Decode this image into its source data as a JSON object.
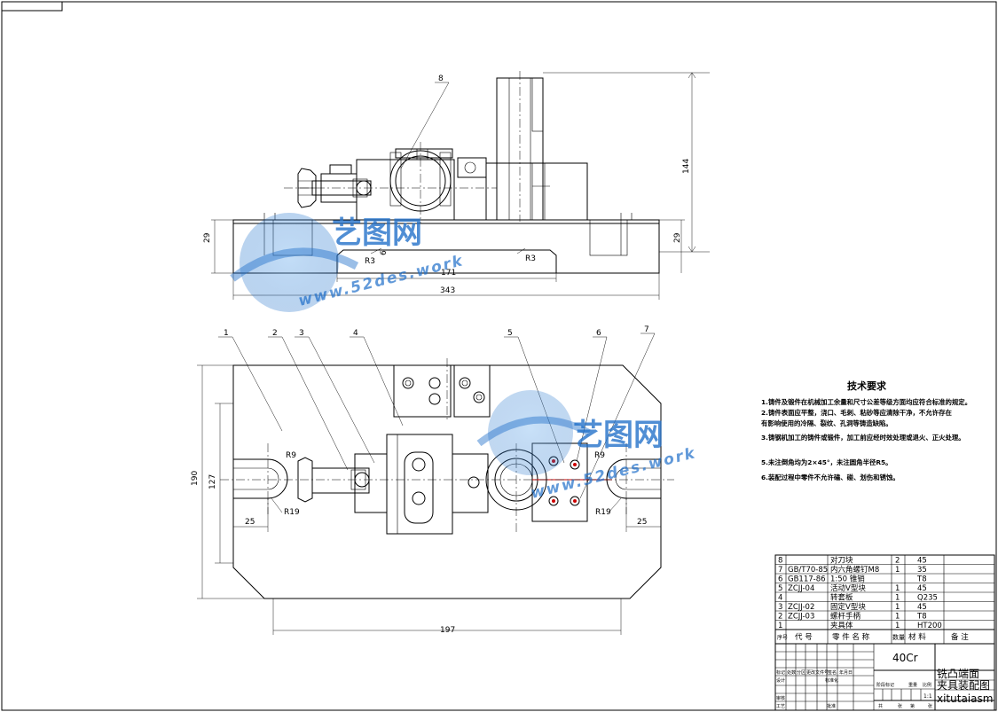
{
  "dimensions": {
    "height_144": "144",
    "height_29_left": "29",
    "height_29_right": "29",
    "depth_6": "6",
    "radius_r3_left": "R3",
    "radius_r3_right": "R3",
    "length_171": "171",
    "length_343": "343",
    "width_190": "190",
    "width_127": "127",
    "slot_25_left": "25",
    "slot_25_right": "25",
    "radius_r9_left": "R9",
    "radius_r9_right": "R9",
    "radius_r19_left": "R19",
    "radius_r19_right": "R19",
    "length_197": "197"
  },
  "balloons": [
    "1",
    "2",
    "3",
    "4",
    "5",
    "6",
    "7",
    "8"
  ],
  "watermark": {
    "brand": "艺图网",
    "url": "www.52des.work"
  },
  "tech_requirements": {
    "title": "技术要求",
    "lines": [
      "1.铸件及锻件在机械加工余量和尺寸公差等级方面均应符合标准的规定。",
      "2.铸件表面应平整，浇口、毛刺、粘砂等应清除干净，不允许存在",
      "有影响使用的冷隔、裂纹、孔洞等铸造缺陷。",
      "3.铸钢机加工的铸件或锻件，加工前应经时效处理或退火、正火处理。",
      "5.未注倒角均为2×45°，未注圆角半径R5。",
      "6.装配过程中零件不允许磕、碰、划伤和锈蚀。"
    ]
  },
  "parts_list": {
    "rows": [
      {
        "no": "8",
        "code": "",
        "name": "对刀块",
        "qty": "2",
        "material": "45"
      },
      {
        "no": "7",
        "code": "GB/T70-85",
        "name": "内六角螺钉M8",
        "qty": "1",
        "material": "35"
      },
      {
        "no": "6",
        "code": "GB117-86",
        "name": "1:50 锥销",
        "qty": "",
        "material": "T8"
      },
      {
        "no": "5",
        "code": "ZCJJ-04",
        "name": "活动V型块",
        "qty": "1",
        "material": "45"
      },
      {
        "no": "4",
        "code": "",
        "name": "转套板",
        "qty": "1",
        "material": "Q235"
      },
      {
        "no": "3",
        "code": "ZCJJ-02",
        "name": "固定V型块",
        "qty": "1",
        "material": "45"
      },
      {
        "no": "2",
        "code": "ZCJJ-03",
        "name": "螺杆手柄",
        "qty": "1",
        "material": "T8"
      },
      {
        "no": "1",
        "code": "",
        "name": "夹具体",
        "qty": "1",
        "material": "HT200"
      }
    ],
    "header": {
      "no": "序号",
      "code": "代  号",
      "name": "零 件 名 称",
      "qty": "数量",
      "material": "材  料",
      "remark": "备  注"
    }
  },
  "title_block": {
    "material": "40Cr",
    "title_line1": "铣凸端面",
    "title_line2": "夹具装配图",
    "drawing_code": "xitutaiasm",
    "scale": "1:1",
    "row_labels": [
      "标记",
      "处数",
      "分区",
      "更改文件号",
      "签名",
      "年月日"
    ],
    "sign_labels": [
      "设计",
      "审核",
      "工艺"
    ],
    "mid_labels": [
      "标准化",
      "批准"
    ],
    "stage_labels": [
      "阶段标记",
      "重量",
      "比例"
    ],
    "sheet_labels": [
      "共",
      "张",
      "第",
      "张"
    ]
  }
}
